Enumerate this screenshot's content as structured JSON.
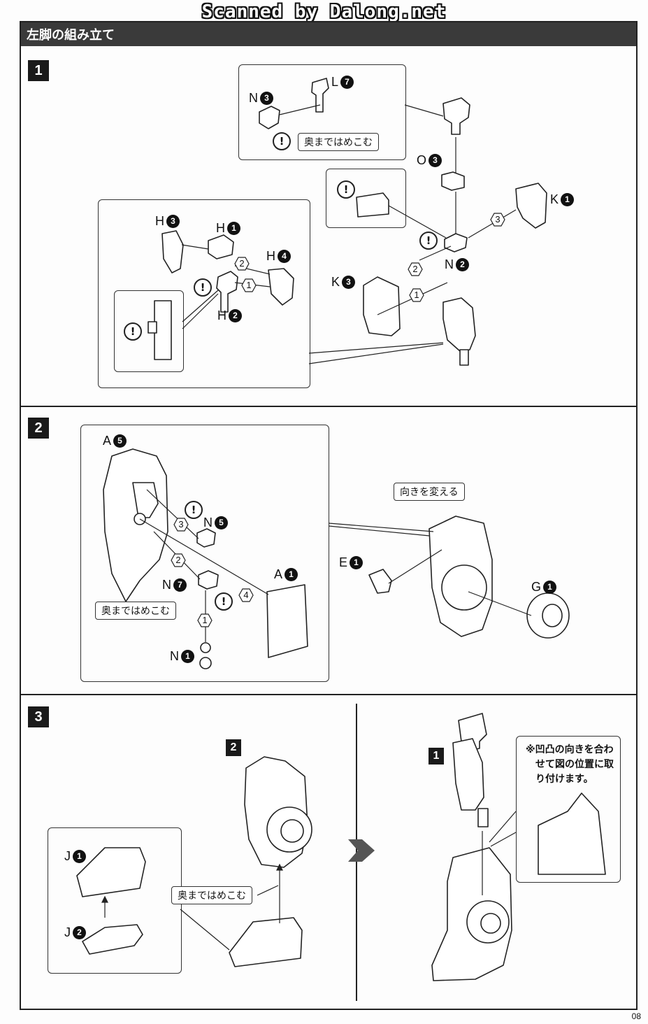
{
  "watermark": "Scanned by Dalong.net",
  "header": {
    "title": "左脚の組み立て"
  },
  "page_number": "08",
  "steps": [
    {
      "number": "1"
    },
    {
      "number": "2"
    },
    {
      "number": "3"
    }
  ],
  "step1": {
    "parts": {
      "n3": {
        "letter": "N",
        "num": "3"
      },
      "l7": {
        "letter": "L",
        "num": "7"
      },
      "o3": {
        "letter": "O",
        "num": "3"
      },
      "k1": {
        "letter": "K",
        "num": "1"
      },
      "n2": {
        "letter": "N",
        "num": "2"
      },
      "k3": {
        "letter": "K",
        "num": "3"
      },
      "h3": {
        "letter": "H",
        "num": "3"
      },
      "h1": {
        "letter": "H",
        "num": "1"
      },
      "h4": {
        "letter": "H",
        "num": "4"
      },
      "h2": {
        "letter": "H",
        "num": "2"
      }
    },
    "note_push": "奥まではめこむ",
    "order": [
      "1",
      "2",
      "3"
    ]
  },
  "step2": {
    "parts": {
      "a5": {
        "letter": "A",
        "num": "5"
      },
      "n5": {
        "letter": "N",
        "num": "5"
      },
      "n7": {
        "letter": "N",
        "num": "7"
      },
      "a1": {
        "letter": "A",
        "num": "1"
      },
      "n1": {
        "letter": "N",
        "num": "1"
      },
      "e1": {
        "letter": "E",
        "num": "1"
      },
      "g1": {
        "letter": "G",
        "num": "1"
      }
    },
    "note_push": "奥まではめこむ",
    "note_turn": "向きを変える",
    "order": [
      "1",
      "2",
      "3",
      "4"
    ]
  },
  "step3": {
    "parts": {
      "j1": {
        "letter": "J",
        "num": "1"
      },
      "j2": {
        "letter": "J",
        "num": "2"
      }
    },
    "ref2": "2",
    "ref1": "1",
    "note_push": "奥まではめこむ",
    "note_align": [
      "※凹凸の向きを合わ",
      "せて図の位置に取",
      "り付けます。"
    ]
  },
  "icons": {
    "caution": "!"
  }
}
